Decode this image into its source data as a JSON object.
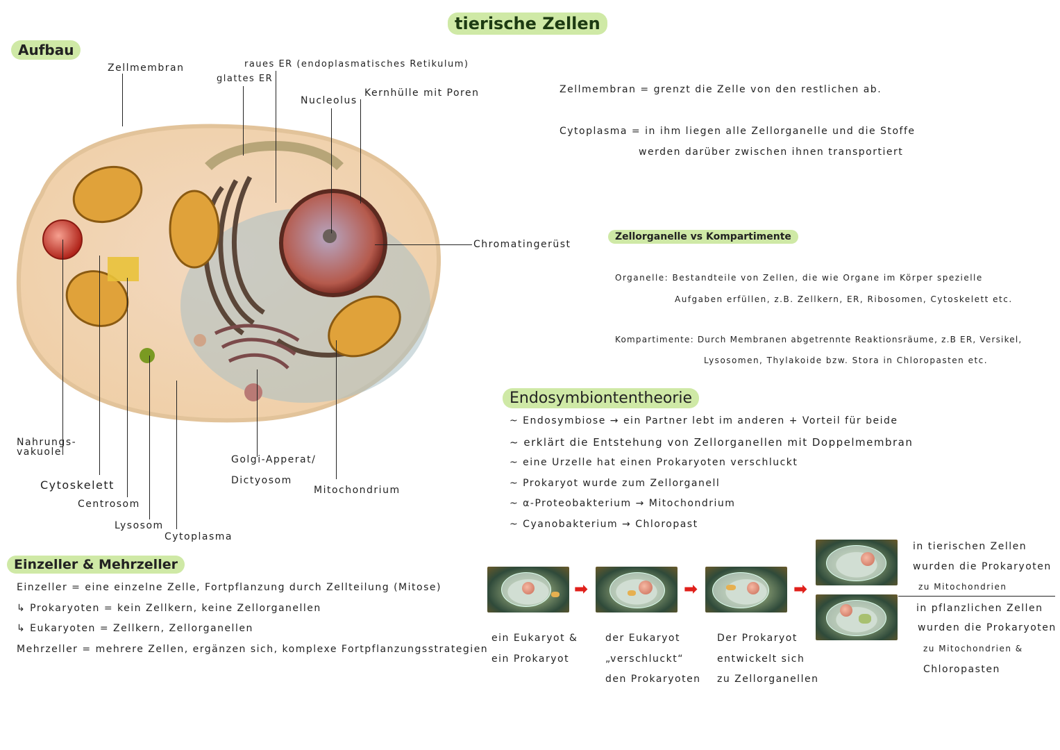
{
  "title": "tierische Zellen",
  "aufbau": {
    "heading": "Aufbau",
    "labels": {
      "zellmembran": "Zellmembran",
      "raues_er": "raues ER (endoplasmatisches Retikulum)",
      "glattes_er": "glattes ER",
      "nucleolus": "Nucleolus",
      "kernhuelle": "Kernhülle mit Poren",
      "chromatin": "Chromatingerüst",
      "nahrungsvakuole": "Nahrungs-\nvakuole",
      "cytoskelett": "Cytoskelett",
      "centrosom": "Centrosom",
      "lysosom": "Lysosom",
      "cytoplasma": "Cytoplasma",
      "golgi_1": "Golgi-Apperat/",
      "golgi_2": "Dictyosom",
      "mitochondrium": "Mitochondrium"
    }
  },
  "definitions": {
    "zellmembran": "Zellmembran = grenzt die Zelle von den restlichen ab.",
    "cytoplasma_1": "Cytoplasma = in ihm liegen alle Zellorganelle und die Stoffe",
    "cytoplasma_2": "werden darüber zwischen ihnen transportiert"
  },
  "organelle_section": {
    "heading": "Zellorganelle vs Kompartimente",
    "organelle_1": "Organelle: Bestandteile von Zellen, die wie Organe im Körper spezielle",
    "organelle_2": "Aufgaben erfüllen, z.B. Zellkern, ER, Ribosomen, Cytoskelett etc.",
    "kompartimente_1": "Kompartimente: Durch Membranen abgetrennte Reaktionsräume, z.B ER, Versikel,",
    "kompartimente_2": "Lysosomen, Thylakoide bzw. Stora in Chloropasten etc."
  },
  "endosymbiont": {
    "heading": "Endosymbiontentheorie",
    "items": [
      "~ Endosymbiose → ein Partner lebt im anderen + Vorteil für beide",
      "~ erklärt die Entstehung von Zellorganellen mit Doppelmembran",
      "~ eine Urzelle hat einen Prokaryoten verschluckt",
      "~ Prokaryot wurde zum Zellorganell",
      "~ α-Proteobakterium → Mitochondrium",
      "~ Cyanobakterium → Chloropast"
    ],
    "captions": [
      [
        "ein Eukaryot &",
        "ein Prokaryot"
      ],
      [
        "der Eukaryot",
        "„verschluckt“",
        "den Prokaryoten"
      ],
      [
        "Der Prokaryot",
        "entwickelt sich",
        "zu Zellorganellen"
      ]
    ],
    "tier": [
      "in tierischen Zellen",
      "wurden die Prokaryoten",
      "zu Mitochondrien"
    ],
    "pflanze": [
      "in pflanzlichen Zellen",
      "wurden die Prokaryoten",
      "zu Mitochondrien &",
      "Chloropasten"
    ]
  },
  "einzeller": {
    "heading": "Einzeller & Mehrzeller",
    "lines": [
      "Einzeller = eine einzelne Zelle, Fortpflanzung durch Zellteilung (Mitose)",
      "↳ Prokaryoten = kein Zellkern, keine Zellorganellen",
      "↳ Eukaryoten = Zellkern, Zellorganellen",
      "Mehrzeller = mehrere Zellen, ergänzen sich, komplexe Fortpflanzungsstrategien"
    ]
  },
  "colors": {
    "highlight": "#cfe9a6",
    "arrow": "#e0201b"
  }
}
